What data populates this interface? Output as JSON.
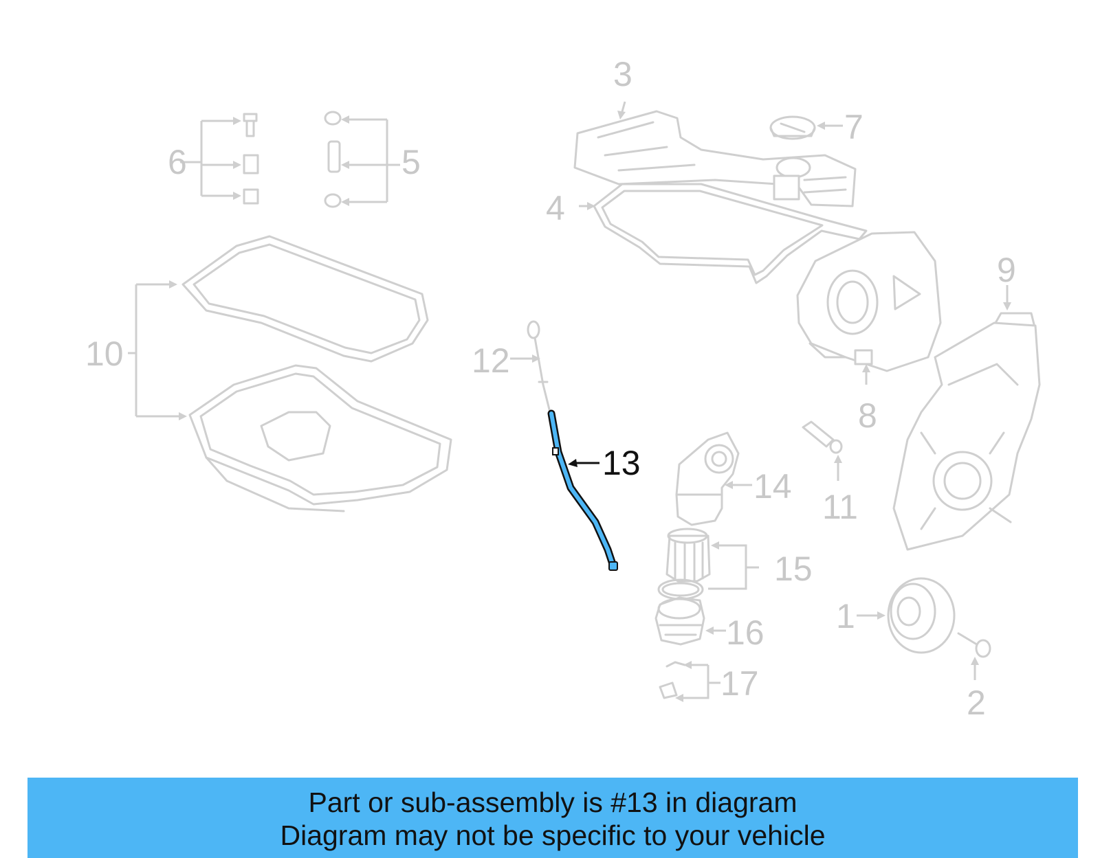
{
  "diagram": {
    "highlight_part": "13",
    "highlight_color": "#4db6f5",
    "line_color": "#cfcfcf",
    "callouts": {
      "c1": "1",
      "c2": "2",
      "c3": "3",
      "c4": "4",
      "c5": "5",
      "c6": "6",
      "c7": "7",
      "c8": "8",
      "c9": "9",
      "c10": "10",
      "c11": "11",
      "c12": "12",
      "c13": "13",
      "c14": "14",
      "c15": "15",
      "c16": "16",
      "c17": "17"
    }
  },
  "banner": {
    "line1": "Part or sub-assembly is #13 in diagram",
    "line2": "Diagram may not be specific to your vehicle",
    "background": "#4db6f5"
  }
}
